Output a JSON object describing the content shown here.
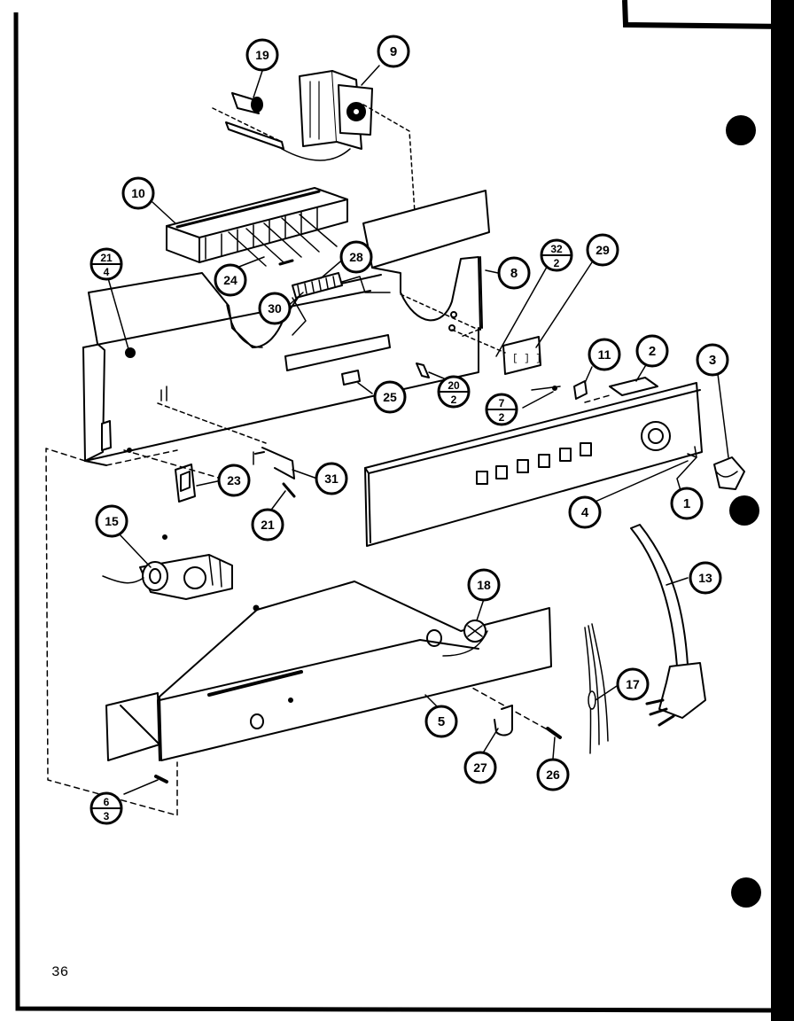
{
  "page_number": "36",
  "callouts": [
    {
      "id": "c1",
      "label": "1"
    },
    {
      "id": "c2",
      "label": "2"
    },
    {
      "id": "c3",
      "label": "3"
    },
    {
      "id": "c4",
      "label": "4"
    },
    {
      "id": "c5",
      "label": "5"
    },
    {
      "id": "c8",
      "label": "8"
    },
    {
      "id": "c9",
      "label": "9"
    },
    {
      "id": "c10",
      "label": "10"
    },
    {
      "id": "c11",
      "label": "11"
    },
    {
      "id": "c13",
      "label": "13"
    },
    {
      "id": "c15",
      "label": "15"
    },
    {
      "id": "c17",
      "label": "17"
    },
    {
      "id": "c18",
      "label": "18"
    },
    {
      "id": "c19",
      "label": "19"
    },
    {
      "id": "c21",
      "label": "21"
    },
    {
      "id": "c23",
      "label": "23"
    },
    {
      "id": "c24",
      "label": "24"
    },
    {
      "id": "c25",
      "label": "25"
    },
    {
      "id": "c26",
      "label": "26"
    },
    {
      "id": "c27",
      "label": "27"
    },
    {
      "id": "c28",
      "label": "28"
    },
    {
      "id": "c29",
      "label": "29"
    },
    {
      "id": "c30",
      "label": "30"
    },
    {
      "id": "c31",
      "label": "31"
    }
  ],
  "split_callouts": [
    {
      "id": "s21_4",
      "top": "21",
      "bottom": "4"
    },
    {
      "id": "s32_2",
      "top": "32",
      "bottom": "2"
    },
    {
      "id": "s20_2",
      "top": "20",
      "bottom": "2"
    },
    {
      "id": "s7_2",
      "top": "7",
      "bottom": "2"
    },
    {
      "id": "s6_3",
      "top": "6",
      "bottom": "3"
    }
  ]
}
